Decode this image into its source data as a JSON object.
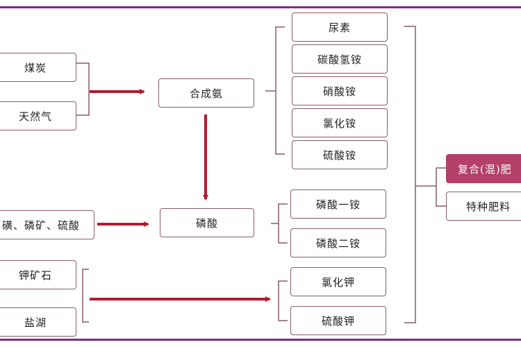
{
  "colors": {
    "frame": "#7a2f86",
    "arrow": "#b01c2e",
    "bracket": "#8a5a66",
    "highlight_fill": "#b4406a"
  },
  "sources": {
    "coal": "煤炭",
    "natural_gas": "天然气",
    "phosphate_group": "磺、磷矿、硫酸",
    "potash_ore": "钾矿石",
    "salt_lake": "盐湖"
  },
  "intermediates": {
    "synthetic_ammonia": "合成氨",
    "phosphoric_acid": "磷酸"
  },
  "nitrogen_products": [
    "尿素",
    "碳酸氢铵",
    "硝酸铵",
    "氯化铵",
    "硫酸铵"
  ],
  "phosphate_products": [
    "磷酸一铵",
    "磷酸二铵"
  ],
  "potash_products": [
    "氯化钾",
    "硫酸钾"
  ],
  "final_products": {
    "compound": "复合(混)肥",
    "special": "特种肥料"
  }
}
